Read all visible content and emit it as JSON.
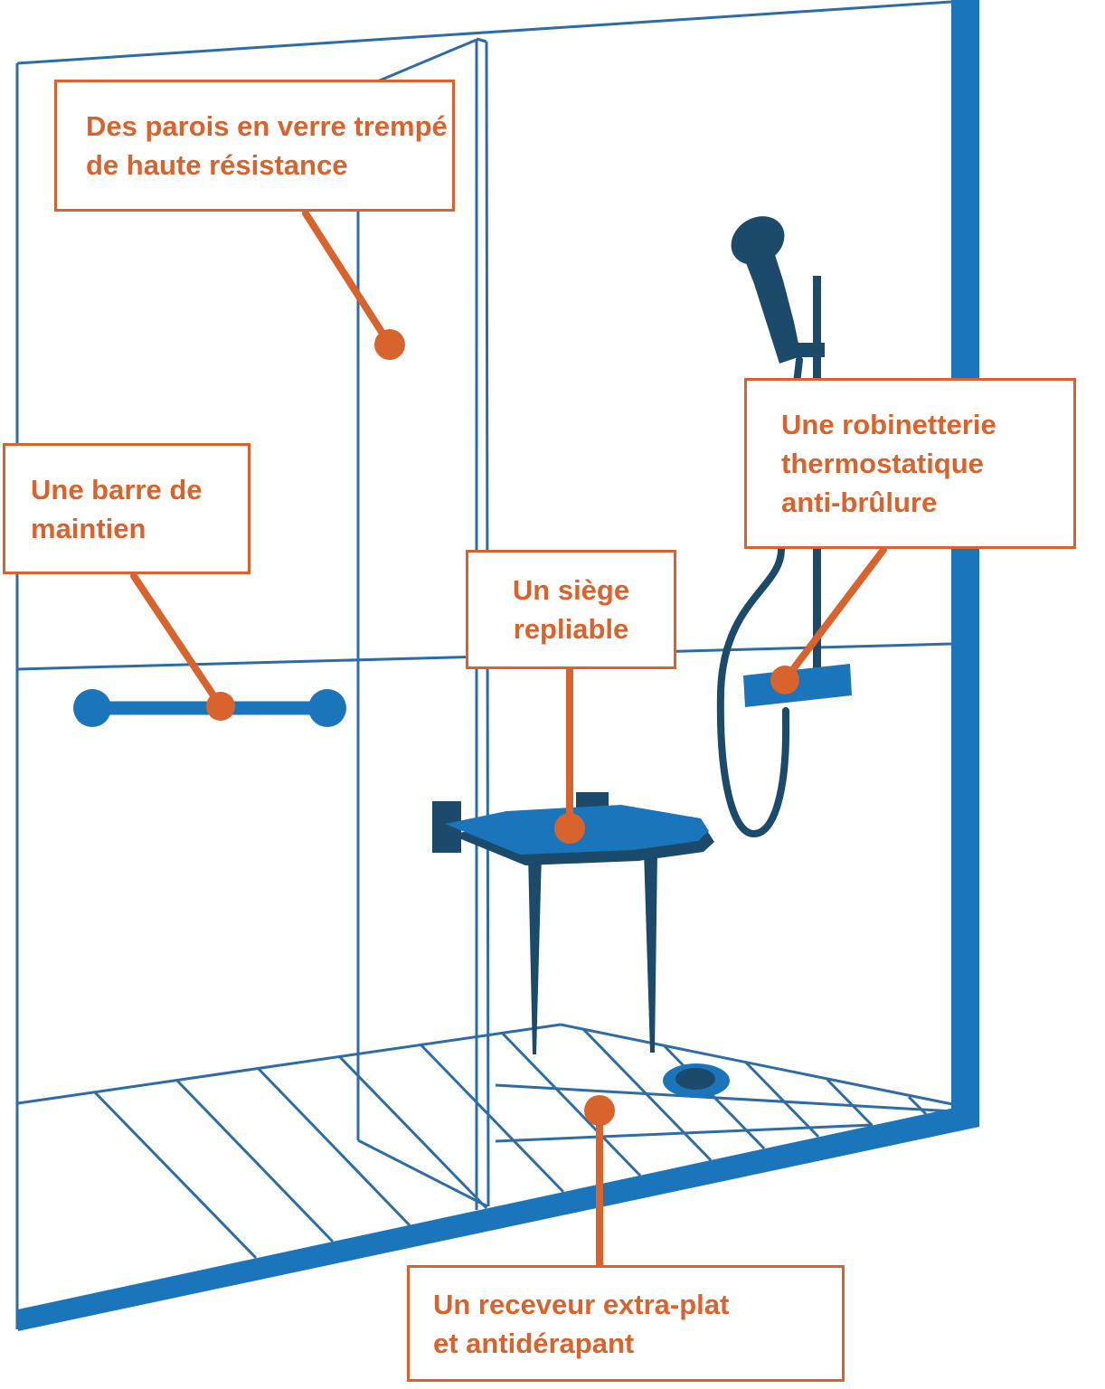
{
  "diagram_subject": "accessible walk-in shower features",
  "colors": {
    "orange": "#D8632D",
    "blue": "#1B75BA",
    "navy": "#1B4A6B",
    "line": "#2E6DA4",
    "bg": "#FFFFFF"
  },
  "labels": {
    "parois": {
      "text": "Des parois en verre trempé\nde haute résistance"
    },
    "barre": {
      "text": "Une barre de\nmaintien"
    },
    "siege": {
      "text": "Un siège\nrepliable"
    },
    "robinetterie": {
      "text": "Une robinetterie\nthermostatique\nanti-brûlure"
    },
    "receveur": {
      "text": "Un receveur extra-plat\net antidérapant"
    }
  }
}
